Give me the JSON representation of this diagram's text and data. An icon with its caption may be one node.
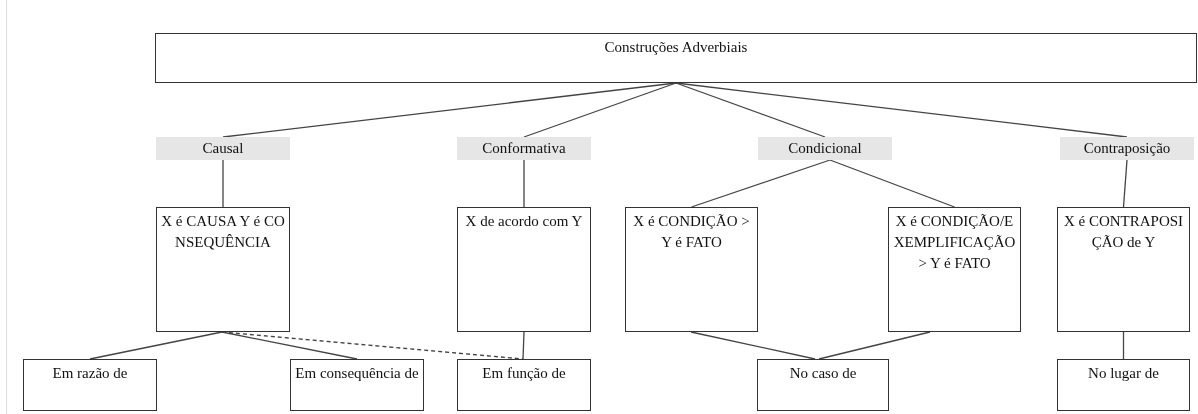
{
  "diagram": {
    "nodes": [
      {
        "text": [
          "Construções Adverbiais"
        ]
      },
      {
        "text": [
          "Causal"
        ]
      },
      {
        "text": [
          "Conformativa"
        ]
      },
      {
        "text": [
          "Condicional"
        ]
      },
      {
        "text": [
          "Contraposição"
        ]
      },
      {
        "text": [
          "X é CAUSA Y é CONSEQUÊNCIA"
        ]
      },
      {
        "text": [
          "X de acordo com Y"
        ]
      },
      {
        "text": [
          "X é CONDIÇÃO > Y é FATO"
        ]
      },
      {
        "text": [
          "X é CONDIÇÃO/EXEMPLIFICAÇÃO > Y é FATO"
        ]
      },
      {
        "text": [
          "X é CONTRAPOSIÇÃO de Y"
        ]
      },
      {
        "text": [
          "Em razão de"
        ]
      },
      {
        "text": [
          "Em consequência de"
        ]
      },
      {
        "text": [
          "Em função de"
        ]
      },
      {
        "text": [
          "No caso de"
        ]
      },
      {
        "text": [
          "No lugar de"
        ]
      }
    ],
    "edges": [
      {
        "from": 0,
        "to": 1,
        "arrow": "none"
      },
      {
        "from": 0,
        "to": 2,
        "arrow": "none"
      },
      {
        "from": 0,
        "to": 3,
        "arrow": "none"
      },
      {
        "from": 0,
        "to": 4,
        "arrow": "none"
      },
      {
        "from": 1,
        "to": 5,
        "arrow": "none"
      },
      {
        "from": 2,
        "to": 6,
        "arrow": "none"
      },
      {
        "from": 3,
        "to": 7,
        "arrow": "none"
      },
      {
        "from": 3,
        "to": 8,
        "arrow": "none"
      },
      {
        "from": 4,
        "to": 9,
        "arrow": "none"
      },
      {
        "from": 5,
        "to": 10,
        "arrow": "none"
      },
      {
        "from": 5,
        "to": 11,
        "arrow": "none"
      },
      {
        "from": 5,
        "to": 12,
        "arrow": "none",
        "style": "dashed"
      },
      {
        "from": 6,
        "to": 12,
        "arrow": "none"
      },
      {
        "from": 7,
        "to": 13,
        "arrow": "none"
      },
      {
        "from": 8,
        "to": 13,
        "arrow": "none"
      },
      {
        "from": 9,
        "to": 14,
        "arrow": "none"
      }
    ]
  }
}
